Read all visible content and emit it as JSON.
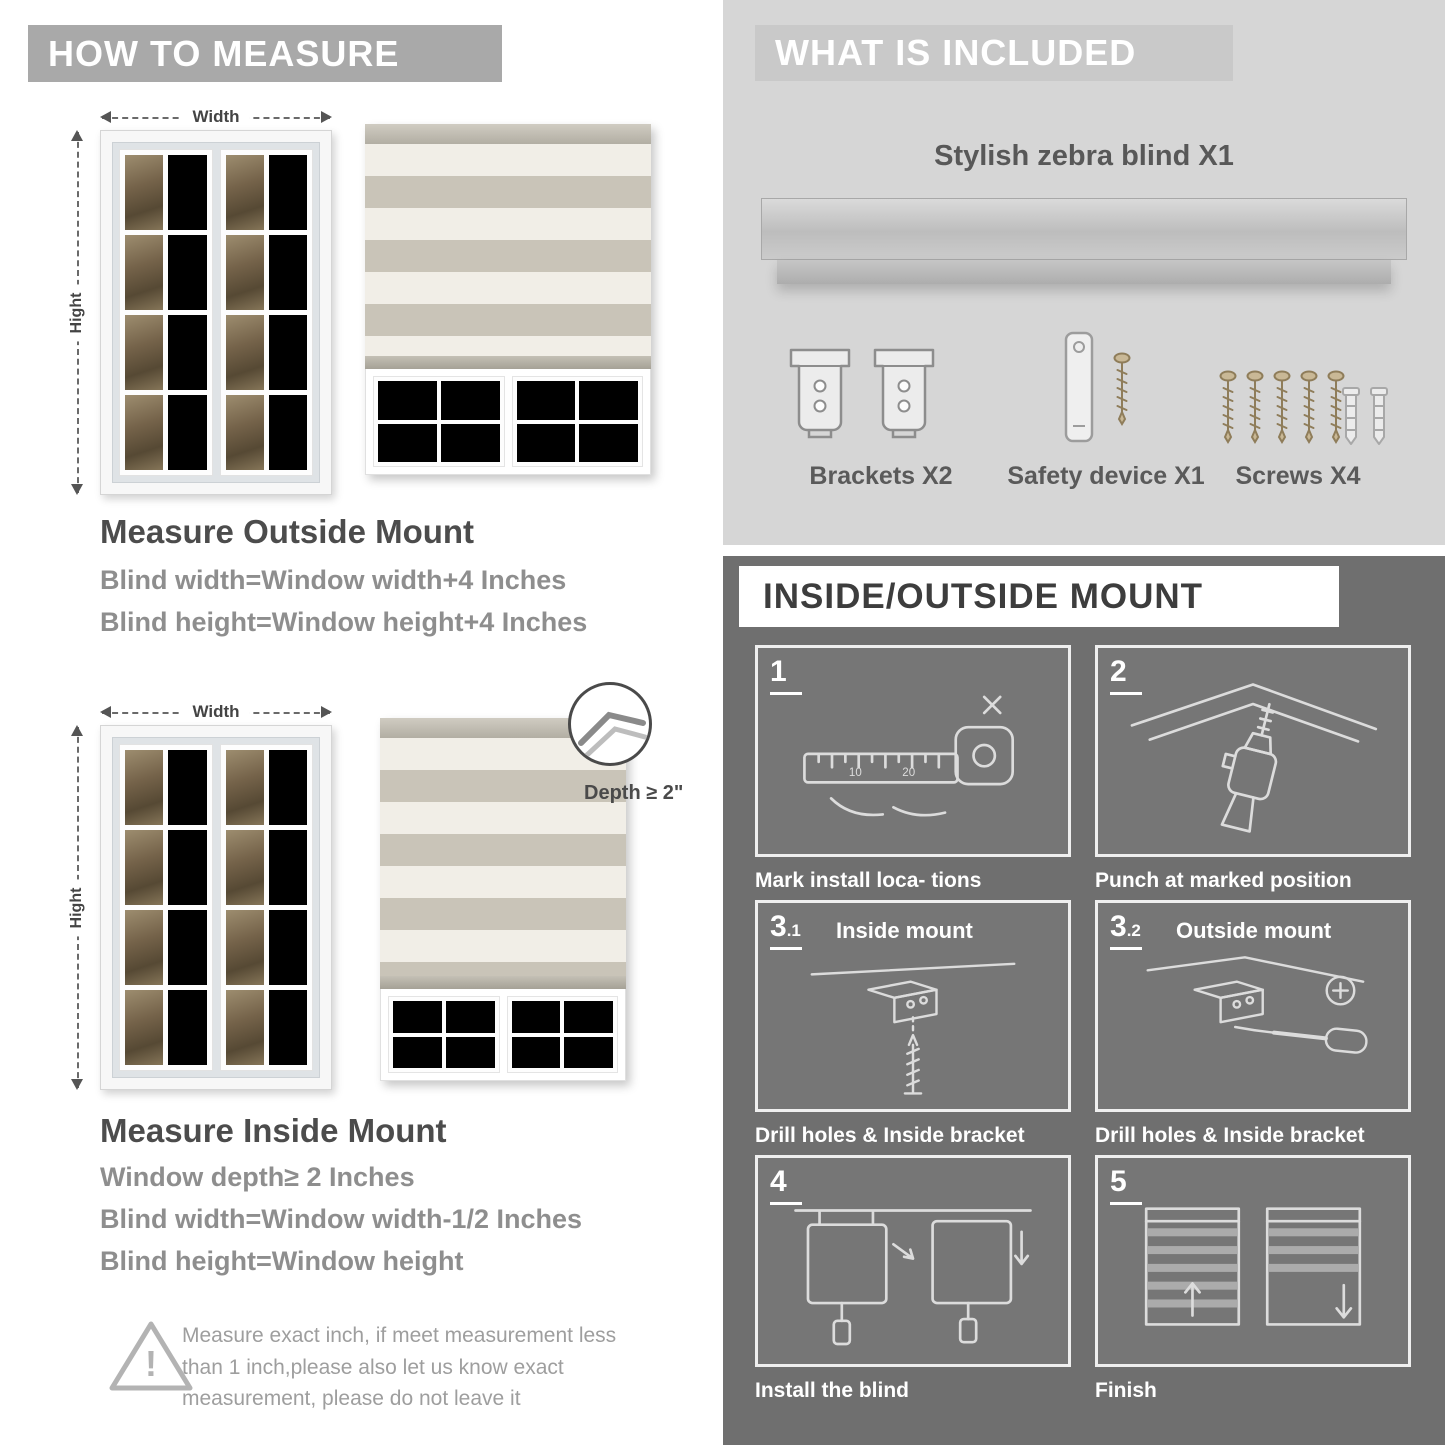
{
  "left": {
    "header": "HOW TO MEASURE",
    "measure_width_label": "Width",
    "measure_height_label": "Hight",
    "outside": {
      "title": "Measure Outside Mount",
      "lines": [
        "Blind width=Window width+4 Inches",
        "Blind height=Window height+4 Inches"
      ]
    },
    "inside": {
      "depth_note": "Depth ≥ 2\"",
      "title": "Measure Inside Mount",
      "lines": [
        "Window depth≥ 2 Inches",
        "Blind width=Window width-1/2 Inches",
        "Blind height=Window height"
      ]
    },
    "warning_text": "Measure exact inch, if meet measurement less than 1 inch,please also let us know exact measurement, please do not leave it"
  },
  "included": {
    "header": "WHAT IS INCLUDED",
    "product_label": "Stylish zebra blind X1",
    "items": [
      {
        "label": "Brackets X2"
      },
      {
        "label": "Safety device X1"
      },
      {
        "label": "Screws X4"
      }
    ]
  },
  "mount": {
    "header": "INSIDE/OUTSIDE MOUNT",
    "steps": [
      {
        "num": "1",
        "sub": "",
        "label": "",
        "caption": "Mark install loca- tions"
      },
      {
        "num": "2",
        "sub": "",
        "label": "",
        "caption": "Punch at  marked position"
      },
      {
        "num": "3",
        "sub": ".1",
        "label": "Inside mount",
        "caption": "Drill holes &  Inside bracket"
      },
      {
        "num": "3",
        "sub": ".2",
        "label": "Outside mount",
        "caption": "Drill holes &  Inside bracket"
      },
      {
        "num": "4",
        "sub": "",
        "label": "",
        "caption": "Install the blind"
      },
      {
        "num": "5",
        "sub": "",
        "label": "",
        "caption": "Finish"
      }
    ]
  },
  "colors": {
    "left_banner": "#a9a9a9",
    "included_bg": "#d6d6d6",
    "included_banner": "#c9c9c9",
    "dark_section_bg": "#6f6f6f",
    "heading_text": "#4c4c4c",
    "body_text": "#8e8e8e",
    "blind_stripe_solid": "#c9c4b8",
    "blind_stripe_sheer": "#f1eee7"
  }
}
